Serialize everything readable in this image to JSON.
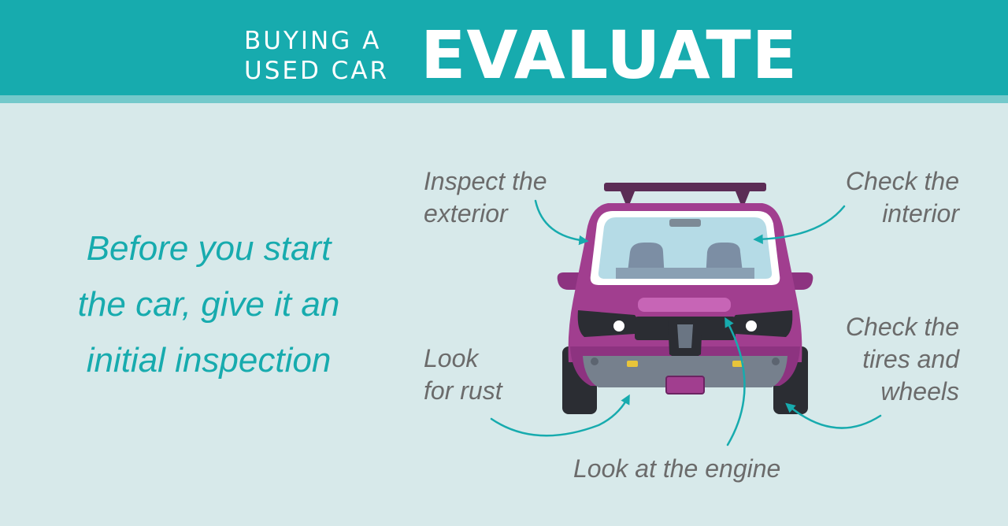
{
  "header": {
    "kicker_line1": "BUYING A",
    "kicker_line2": "USED CAR",
    "headline": "EVALUATE"
  },
  "intro": {
    "line1": "Before you start",
    "line2": "the car, give it an",
    "line3": "initial inspection"
  },
  "labels": {
    "exterior": [
      "Inspect the",
      "exterior"
    ],
    "interior": [
      "Check the",
      "interior"
    ],
    "rust": [
      "Look",
      "for rust"
    ],
    "tires": [
      "Check the",
      "tires and",
      "wheels"
    ],
    "engine": [
      "Look at the engine"
    ]
  },
  "colors": {
    "header_bg": "#17abae",
    "header_stripe": "#74c9cb",
    "page_bg": "#d7e9ea",
    "accent_text": "#17abae",
    "label_text": "#6b6b6b",
    "car_body": "#a13e8f",
    "arrow": "#17abae"
  }
}
